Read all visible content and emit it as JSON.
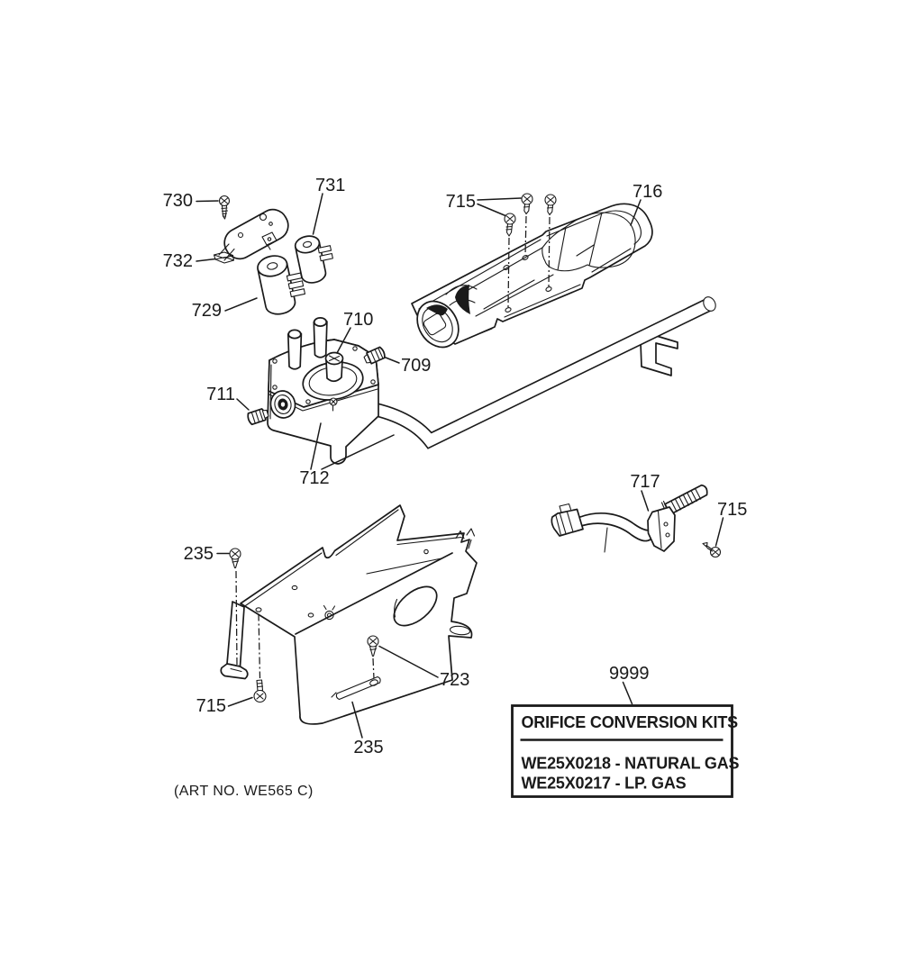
{
  "colors": {
    "ink": "#1a1a1a",
    "background": "#ffffff"
  },
  "callouts": {
    "c730": "730",
    "c731": "731",
    "c732": "732",
    "c729": "729",
    "c715_burner": "715",
    "c716": "716",
    "c710": "710",
    "c709": "709",
    "c711": "711",
    "c712": "712",
    "c717": "717",
    "c715_igniter": "715",
    "c235_screw": "235",
    "c715_bracket": "715",
    "c723": "723",
    "c235_bracket": "235",
    "c9999": "9999"
  },
  "kit_box": {
    "title": "ORIFICE CONVERSION KITS",
    "kits": [
      "WE25X0218 - NATURAL GAS",
      "WE25X0217 - LP. GAS"
    ]
  },
  "footer": {
    "art_no": "(ART NO. WE565 C)"
  }
}
